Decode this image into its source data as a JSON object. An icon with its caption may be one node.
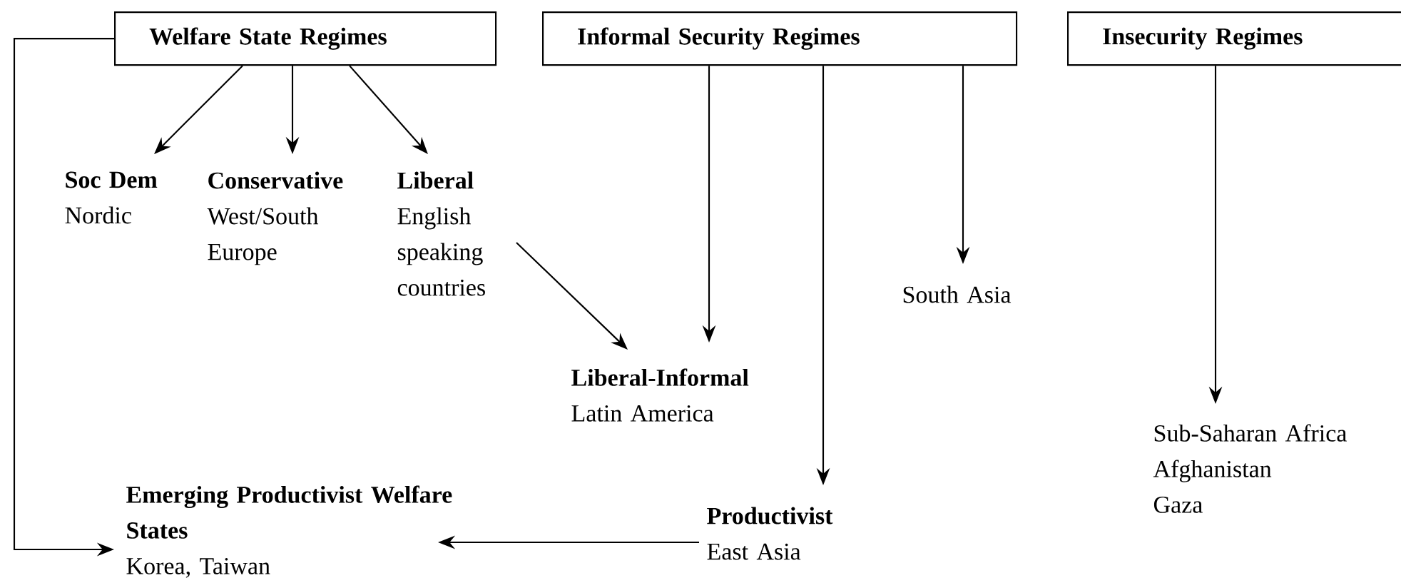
{
  "diagram": {
    "nodes": [
      {
        "text": [
          "Welfare State Regimes"
        ]
      },
      {
        "text": [
          "Informal Security Regimes"
        ]
      },
      {
        "text": [
          "Insecurity Regimes"
        ]
      },
      {
        "text": [
          "Soc Dem",
          "Nordic"
        ]
      },
      {
        "text": [
          "Conservative",
          "West/South Europe"
        ]
      },
      {
        "text": [
          "Liberal",
          "English speaking countries"
        ]
      },
      {
        "text": [
          "South Asia"
        ]
      },
      {
        "text": [
          "Liberal-Informal",
          "Latin America"
        ]
      },
      {
        "text": [
          "Sub-Saharan Africa",
          "Afghanistan",
          "Gaza"
        ]
      },
      {
        "text": [
          "Emerging Productivist Welfare States",
          "Korea, Taiwan"
        ]
      },
      {
        "text": [
          "Productivist",
          "East Asia"
        ]
      }
    ],
    "edges": [
      {
        "from": 0,
        "to": 3,
        "arrow": "to"
      },
      {
        "from": 0,
        "to": 4,
        "arrow": "to"
      },
      {
        "from": 0,
        "to": 5,
        "arrow": "to"
      },
      {
        "from": 0,
        "to": 9,
        "arrow": "to"
      },
      {
        "from": 1,
        "to": 7,
        "arrow": "to"
      },
      {
        "from": 1,
        "to": 10,
        "arrow": "to"
      },
      {
        "from": 1,
        "to": 6,
        "arrow": "to"
      },
      {
        "from": 2,
        "to": 8,
        "arrow": "to"
      },
      {
        "from": 5,
        "to": 7,
        "arrow": "to"
      },
      {
        "from": 10,
        "to": 9,
        "arrow": "to"
      }
    ]
  }
}
